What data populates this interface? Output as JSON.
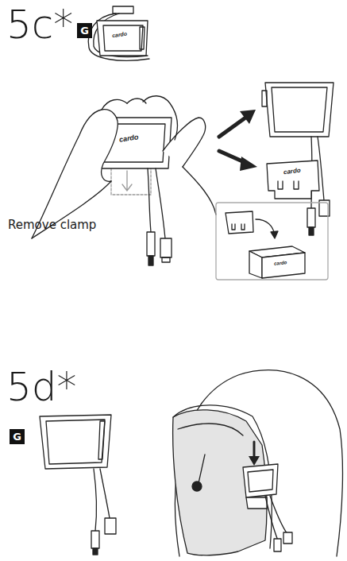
{
  "diagram": {
    "nodes": [
      {
        "text": [
          "G"
        ]
      },
      {
        "text": [
          "G"
        ]
      }
    ],
    "labels": [
      "5c*",
      "cardo",
      "cardo",
      "Remove clamp",
      "cardo",
      "cardo",
      "5d*"
    ]
  }
}
